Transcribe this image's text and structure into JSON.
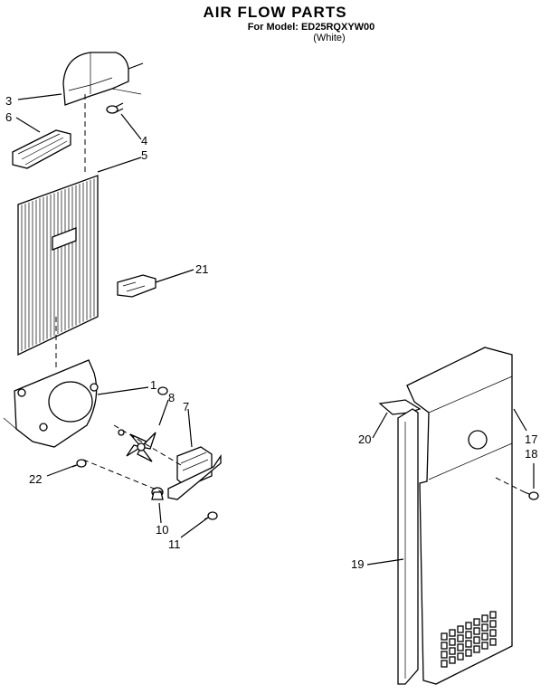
{
  "header": {
    "title": "AIR FLOW PARTS",
    "model_line": "For Model: ED25RQXYW00",
    "color_line": "(White)"
  },
  "callouts": [
    "3",
    "6",
    "4",
    "5",
    "21",
    "1",
    "8",
    "7",
    "22",
    "10",
    "11",
    "20",
    "17",
    "18",
    "19"
  ]
}
